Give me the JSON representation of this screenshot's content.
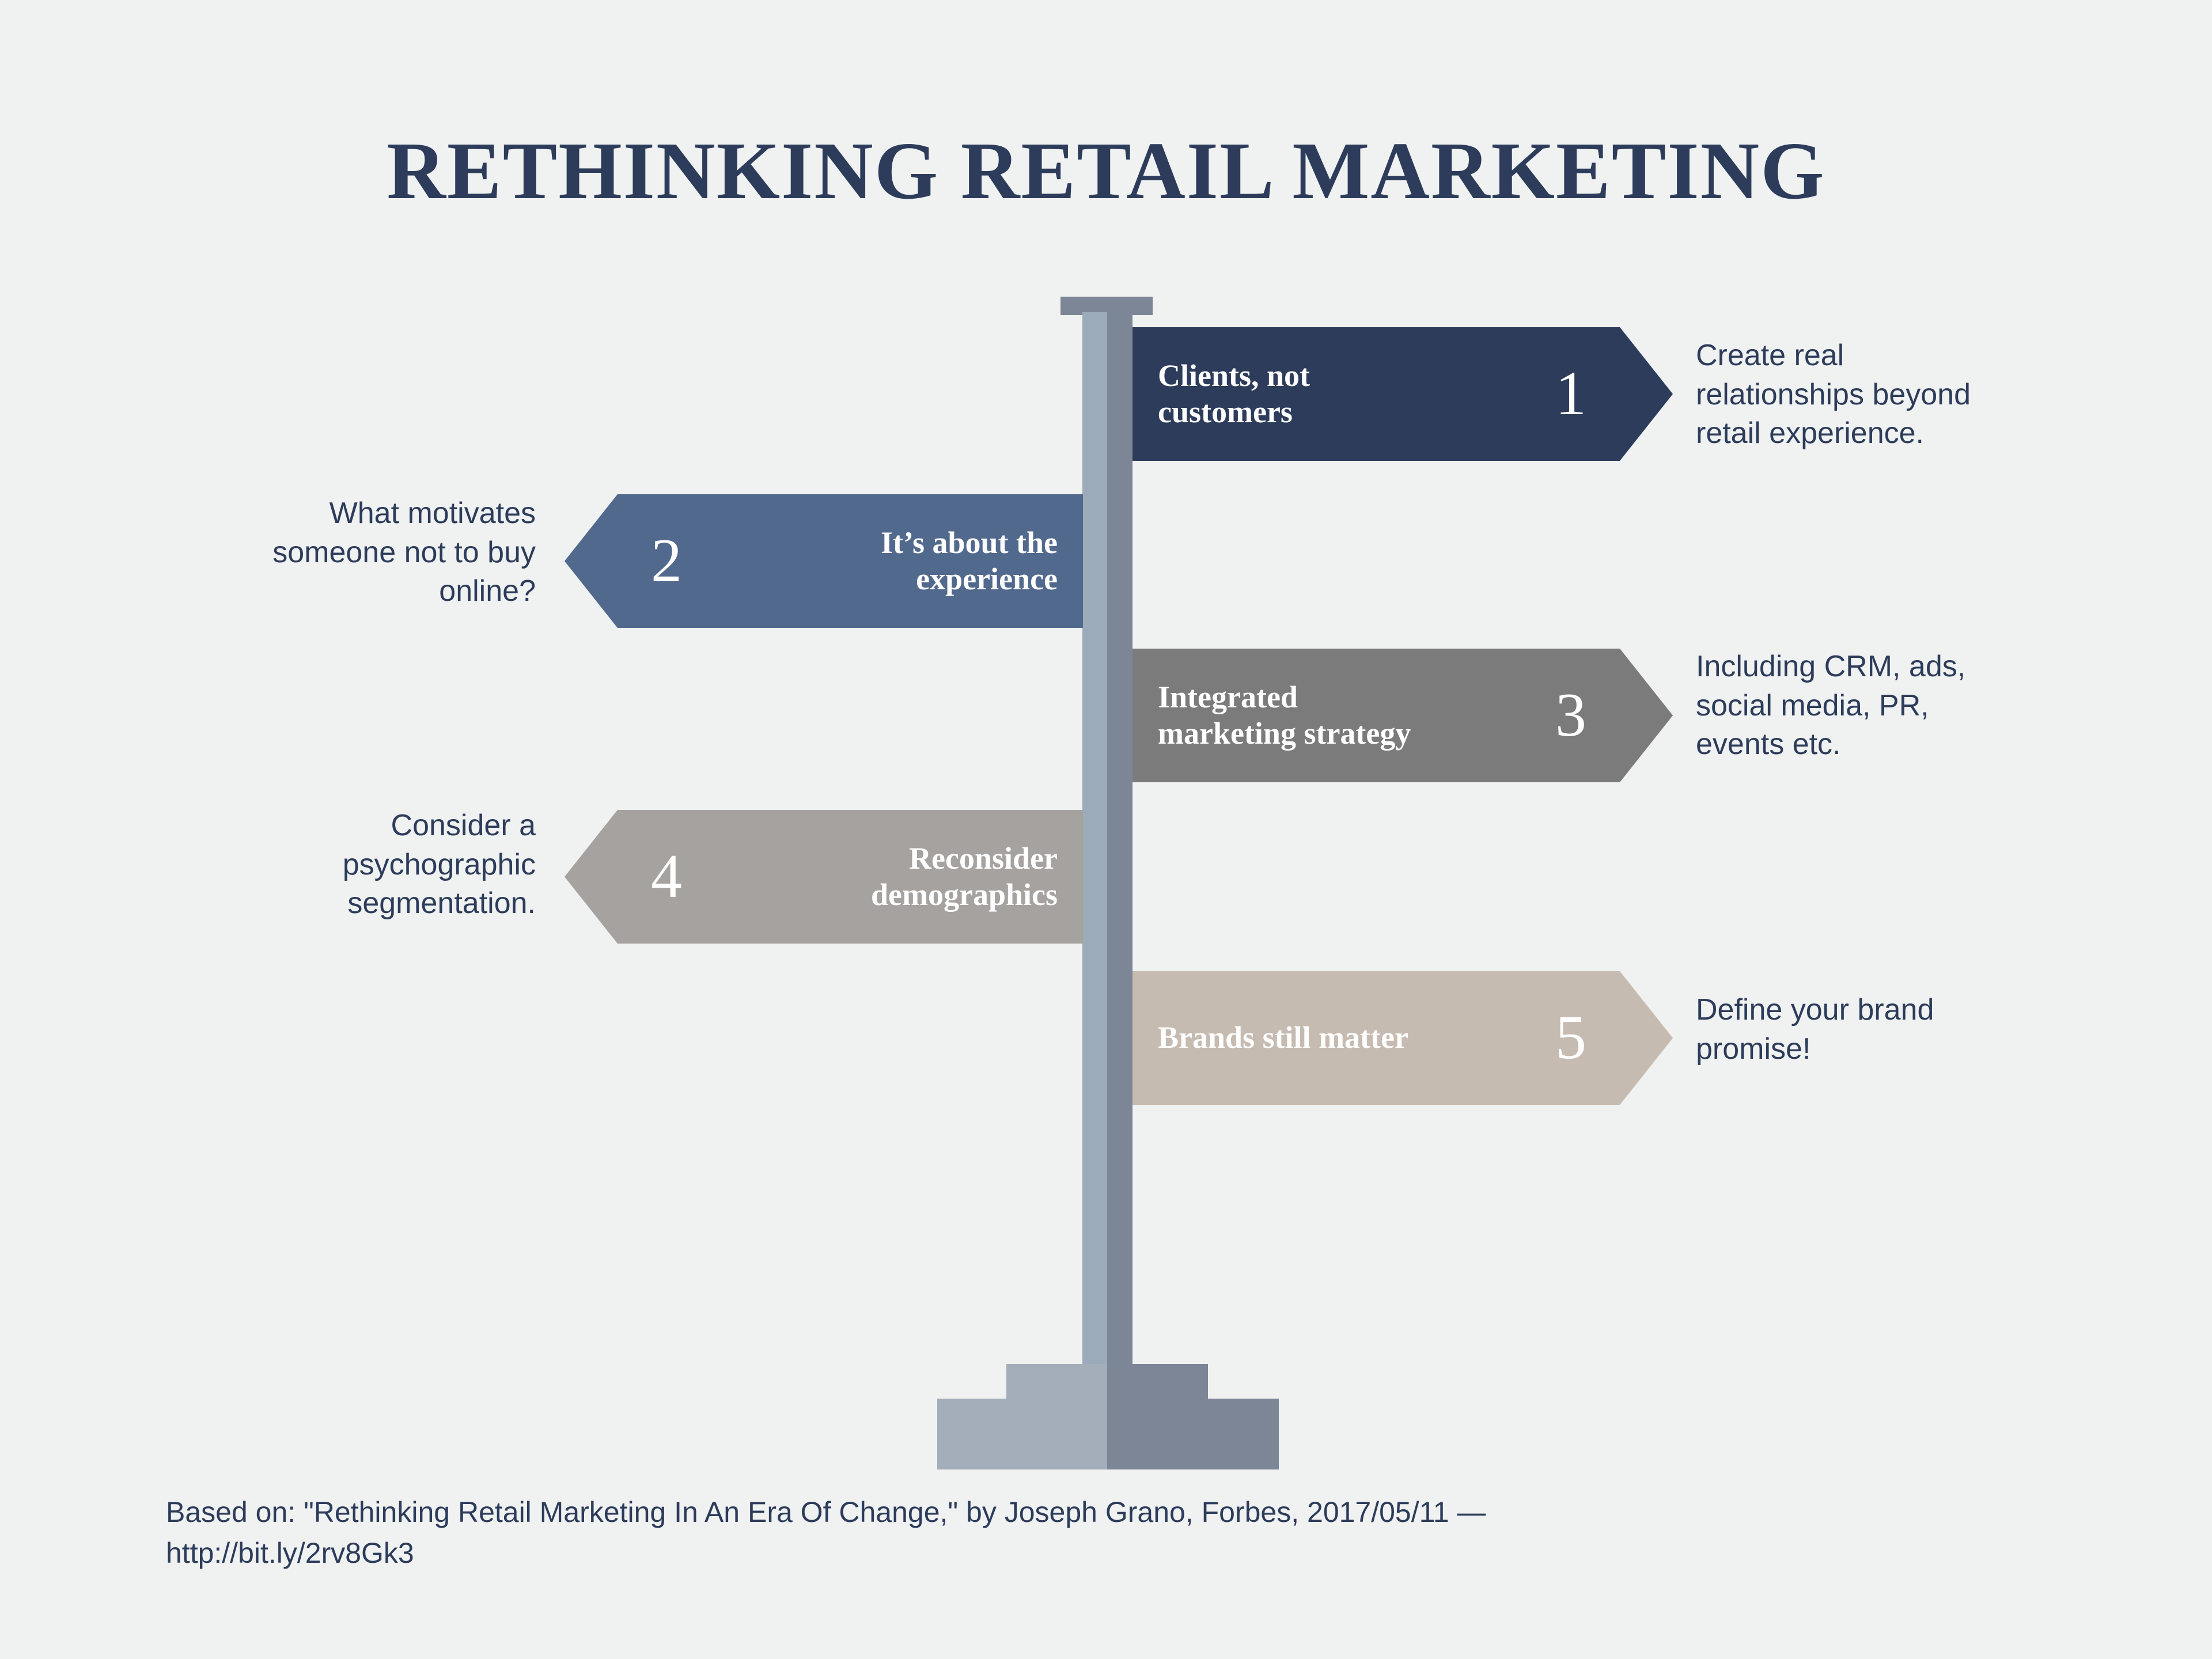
{
  "title": "RETHINKING RETAIL MARKETING",
  "colors": {
    "background": "#f0f1f1",
    "title_text": "#2c3c5a",
    "description_text": "#2c3c5a",
    "post_light": "#9cabba",
    "post_dark": "#7d8696",
    "base_light": "#a4aeba",
    "base_dark": "#7d8696"
  },
  "signpost": {
    "post_name": "signpost-pole",
    "base_name": "signpost-base"
  },
  "signs": [
    {
      "number": "1",
      "label": "Clients, not\ncustomers",
      "description": "Create real\nrelationships beyond\nretail experience.",
      "direction": "right",
      "color": "#2c3c5a"
    },
    {
      "number": "2",
      "label": "It’s about the\nexperience",
      "description": "What motivates\nsomeone not to buy\nonline?",
      "direction": "left",
      "color": "#52698e"
    },
    {
      "number": "3",
      "label": "Integrated\nmarketing strategy",
      "description": "Including CRM, ads,\nsocial media, PR,\nevents etc.",
      "direction": "right",
      "color": "#7b7b7b"
    },
    {
      "number": "4",
      "label": "Reconsider\ndemographics",
      "description": "Consider a\npsychographic\nsegmentation.",
      "direction": "left",
      "color": "#a5a29f"
    },
    {
      "number": "5",
      "label": "Brands still matter",
      "description": "Define your brand\npromise!",
      "direction": "right",
      "color": "#c6bbb0"
    }
  ],
  "footer": {
    "text": "Based on: \"Rethinking Retail Marketing In An Era Of Change,\" by Joseph Grano, Forbes, 2017/05/11 —\nhttp://bit.ly/2rv8Gk3"
  }
}
